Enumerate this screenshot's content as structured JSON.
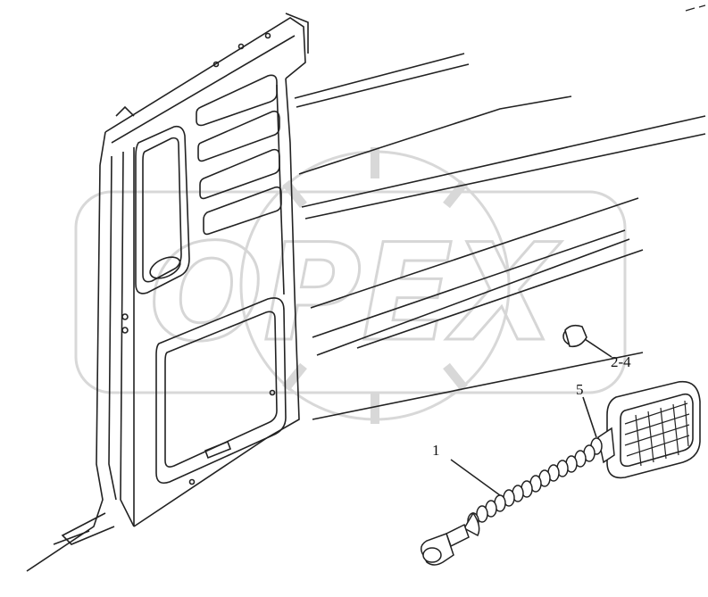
{
  "diagram": {
    "callouts": [
      {
        "id": "callout-1",
        "text": "1"
      },
      {
        "id": "callout-5",
        "text": "5"
      },
      {
        "id": "callout-2-4",
        "text": "2-4"
      }
    ],
    "watermark": {
      "text": "OPEX",
      "color": "#e3e3e3"
    },
    "colors": {
      "line": "#222222",
      "background": "#ffffff"
    }
  }
}
